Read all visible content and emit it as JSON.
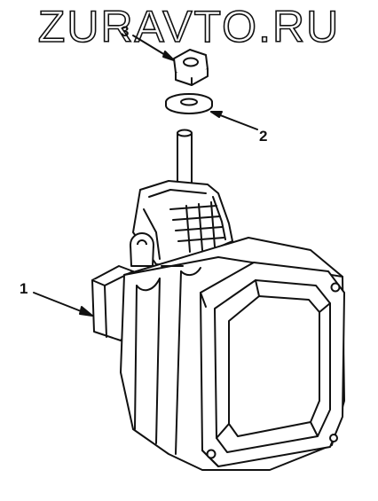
{
  "watermark": "ZURAVTO.RU",
  "callouts": {
    "lamp_housing": "1",
    "washer": "2",
    "nut": "3"
  },
  "colors": {
    "line": "#111111",
    "fill": "#ffffff"
  }
}
